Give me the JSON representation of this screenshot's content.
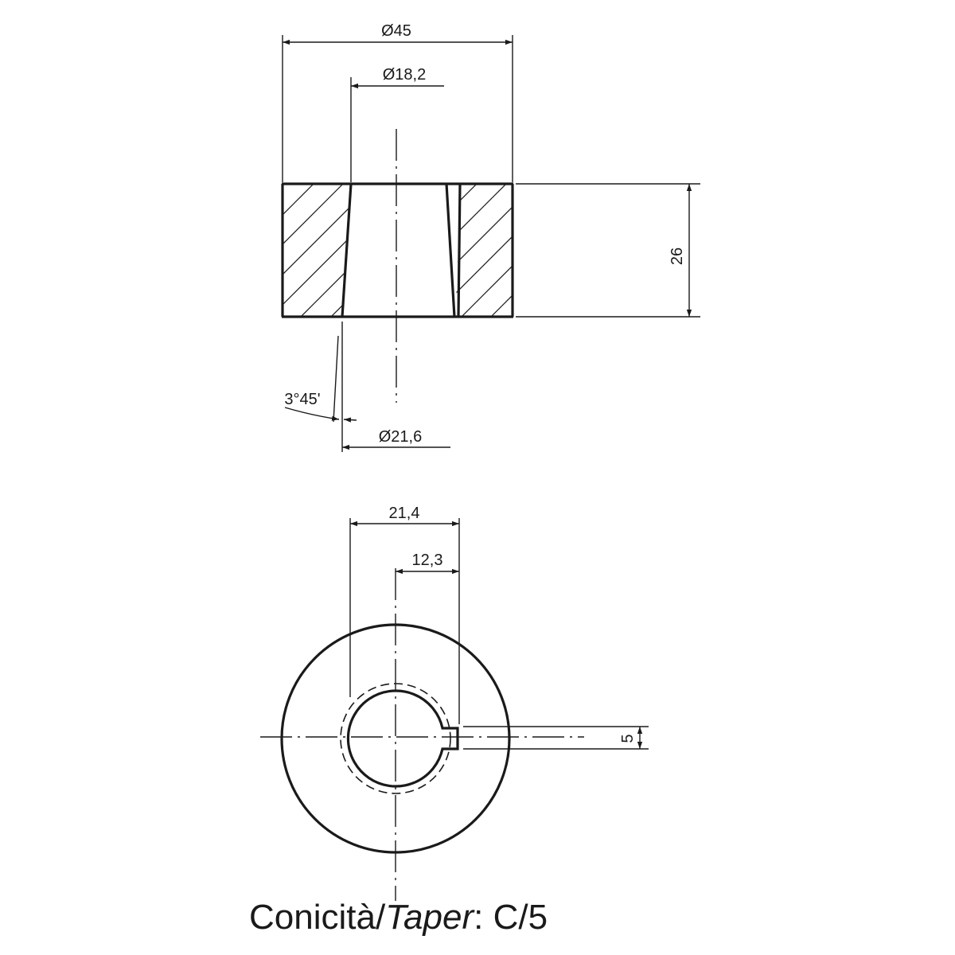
{
  "dimensions": {
    "outer_diameter": "Ø45",
    "bore_top_diameter": "Ø18,2",
    "bore_bottom_diameter": "Ø21,6",
    "height": "26",
    "taper_angle": "3°45'",
    "keyway_depth": "21,4",
    "keyway_offset": "12,3",
    "keyway_width": "5"
  },
  "caption": {
    "label_it": "Conicità",
    "separator": "/",
    "label_en": "Taper",
    "colon": ": ",
    "value": "C/5"
  },
  "colors": {
    "ink": "#1a1a1a",
    "paper": "#ffffff"
  }
}
